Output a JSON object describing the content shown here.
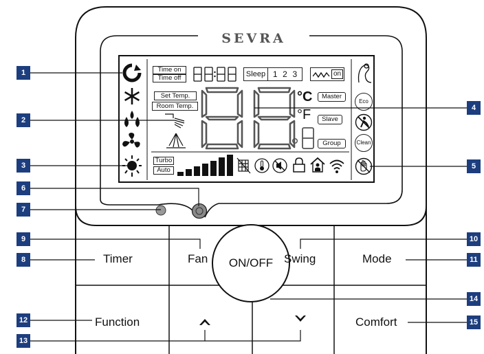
{
  "brand": "SEVRA",
  "lcd": {
    "time_on": "Time on",
    "time_off": "Time off",
    "clock_digits": "8888",
    "sleep_label": "Sleep",
    "sleep_levels": [
      "1",
      "2",
      "3"
    ],
    "fan_on_label": "on",
    "set_temp": "Set Temp.",
    "room_temp": "Room Temp.",
    "big_digits": "88",
    "small_digit": "8",
    "celsius": "°C",
    "fahrenheit": "°F",
    "master": "Master",
    "slave": "Slave",
    "group": "Group",
    "eco": "Eco",
    "clean": "Clean",
    "turbo": "Turbo",
    "auto": "Auto"
  },
  "buttons": {
    "timer": "Timer",
    "fan": "Fan",
    "swing": "Swing",
    "mode": "Mode",
    "on_off": "ON/OFF",
    "function": "Function",
    "comfort": "Comfort",
    "up_glyph": "⌃",
    "down_glyph": "⌄"
  },
  "callouts": {
    "c1": "1",
    "c2": "2",
    "c3": "3",
    "c4": "4",
    "c5": "5",
    "c6": "6",
    "c7": "7",
    "c8": "8",
    "c9": "9",
    "c10": "10",
    "c11": "11",
    "c12": "12",
    "c13": "13",
    "c14": "14",
    "c15": "15"
  },
  "colors": {
    "callout_bg": "#1d3e7e",
    "outline": "#111111",
    "lcd_gray": "#9a9a9a"
  },
  "icon_names": [
    "swing-arrows-icon",
    "snowflake-icon",
    "drops-icon",
    "fan-icon",
    "sun-icon",
    "person-wave-icon",
    "eco-icon",
    "no-person-icon",
    "clean-icon",
    "hand-icon",
    "fan-speed-bars-icon",
    "grid-icon",
    "thermometer-icon",
    "mute-icon",
    "lock-icon",
    "house-icon",
    "wifi-icon"
  ]
}
